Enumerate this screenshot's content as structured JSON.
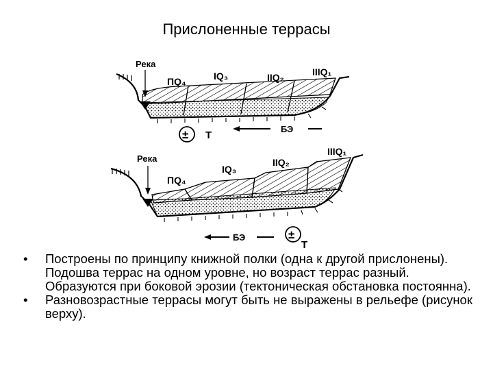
{
  "title": "Прислоненные террасы",
  "diagram_top": {
    "river": "Река",
    "terrace_labels": [
      "ПQ₄",
      "IQ₃",
      "IIQ₂",
      "IIIQ₁"
    ],
    "tectonic_sign": "±",
    "tectonic_letter": "Т",
    "erosion_label": "БЭ"
  },
  "diagram_bottom": {
    "river": "Река",
    "terrace_labels": [
      "ПQ₄",
      "IQ₃",
      "IIQ₂",
      "IIIQ₁"
    ],
    "tectonic_sign": "±",
    "tectonic_letter": "Т",
    "erosion_label": "БЭ"
  },
  "bullets": [
    {
      "marker": "•",
      "text": "Построены по принципу книжной полки (одна к другой прислонены). Подошва террас на одном уровне, но возраст террас разный. Образуются при боковой эрозии (тектоническая обстановка постоянна)."
    },
    {
      "marker": "•",
      "text": "Разновозрастные террасы могут быть не выражены в рельефе (рисунок верху)."
    }
  ]
}
